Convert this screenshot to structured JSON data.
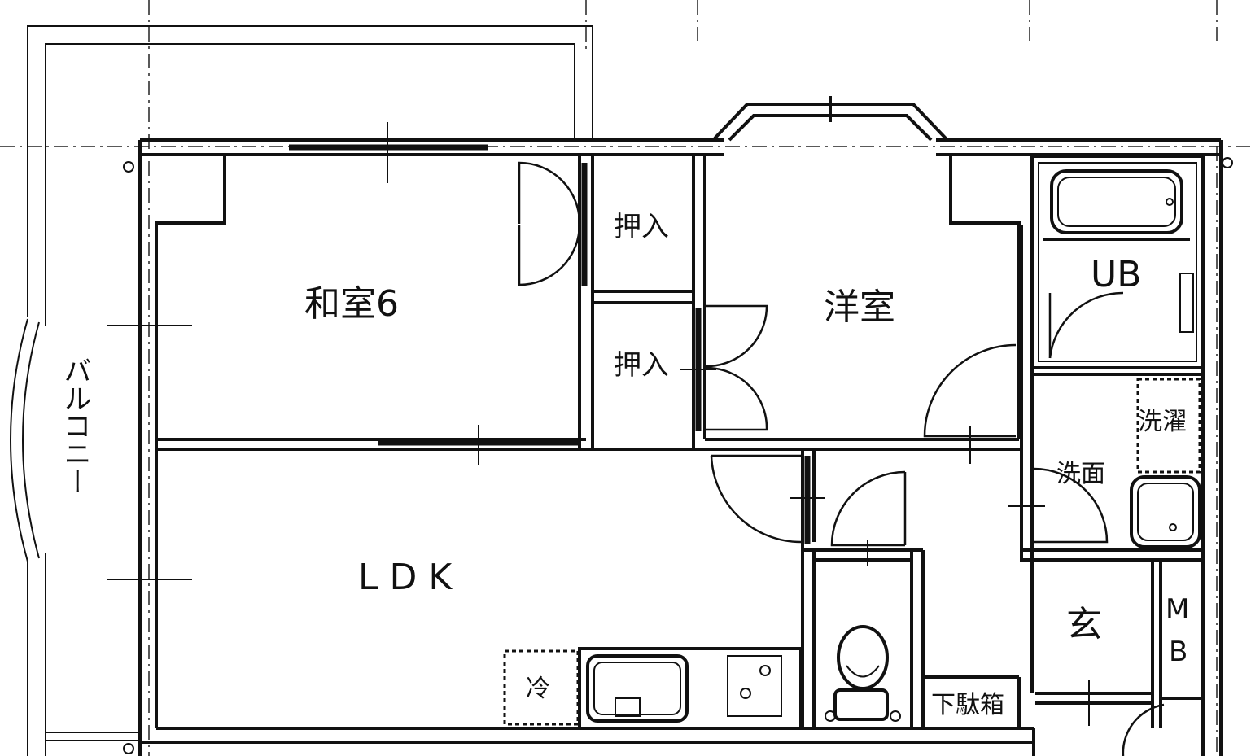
{
  "rooms": {
    "washitsu": "和室6",
    "youshitsu": "洋室",
    "oshiire_1": "押入",
    "oshiire_2": "押入",
    "ub": "UB",
    "sentaku": "洗濯",
    "senmen": "洗面",
    "ldk": "L D K",
    "genkan": "玄",
    "mb_1": "M",
    "mb_2": "B",
    "geta": "下駄箱",
    "rei": "冷",
    "balcony": "バルコニー"
  }
}
